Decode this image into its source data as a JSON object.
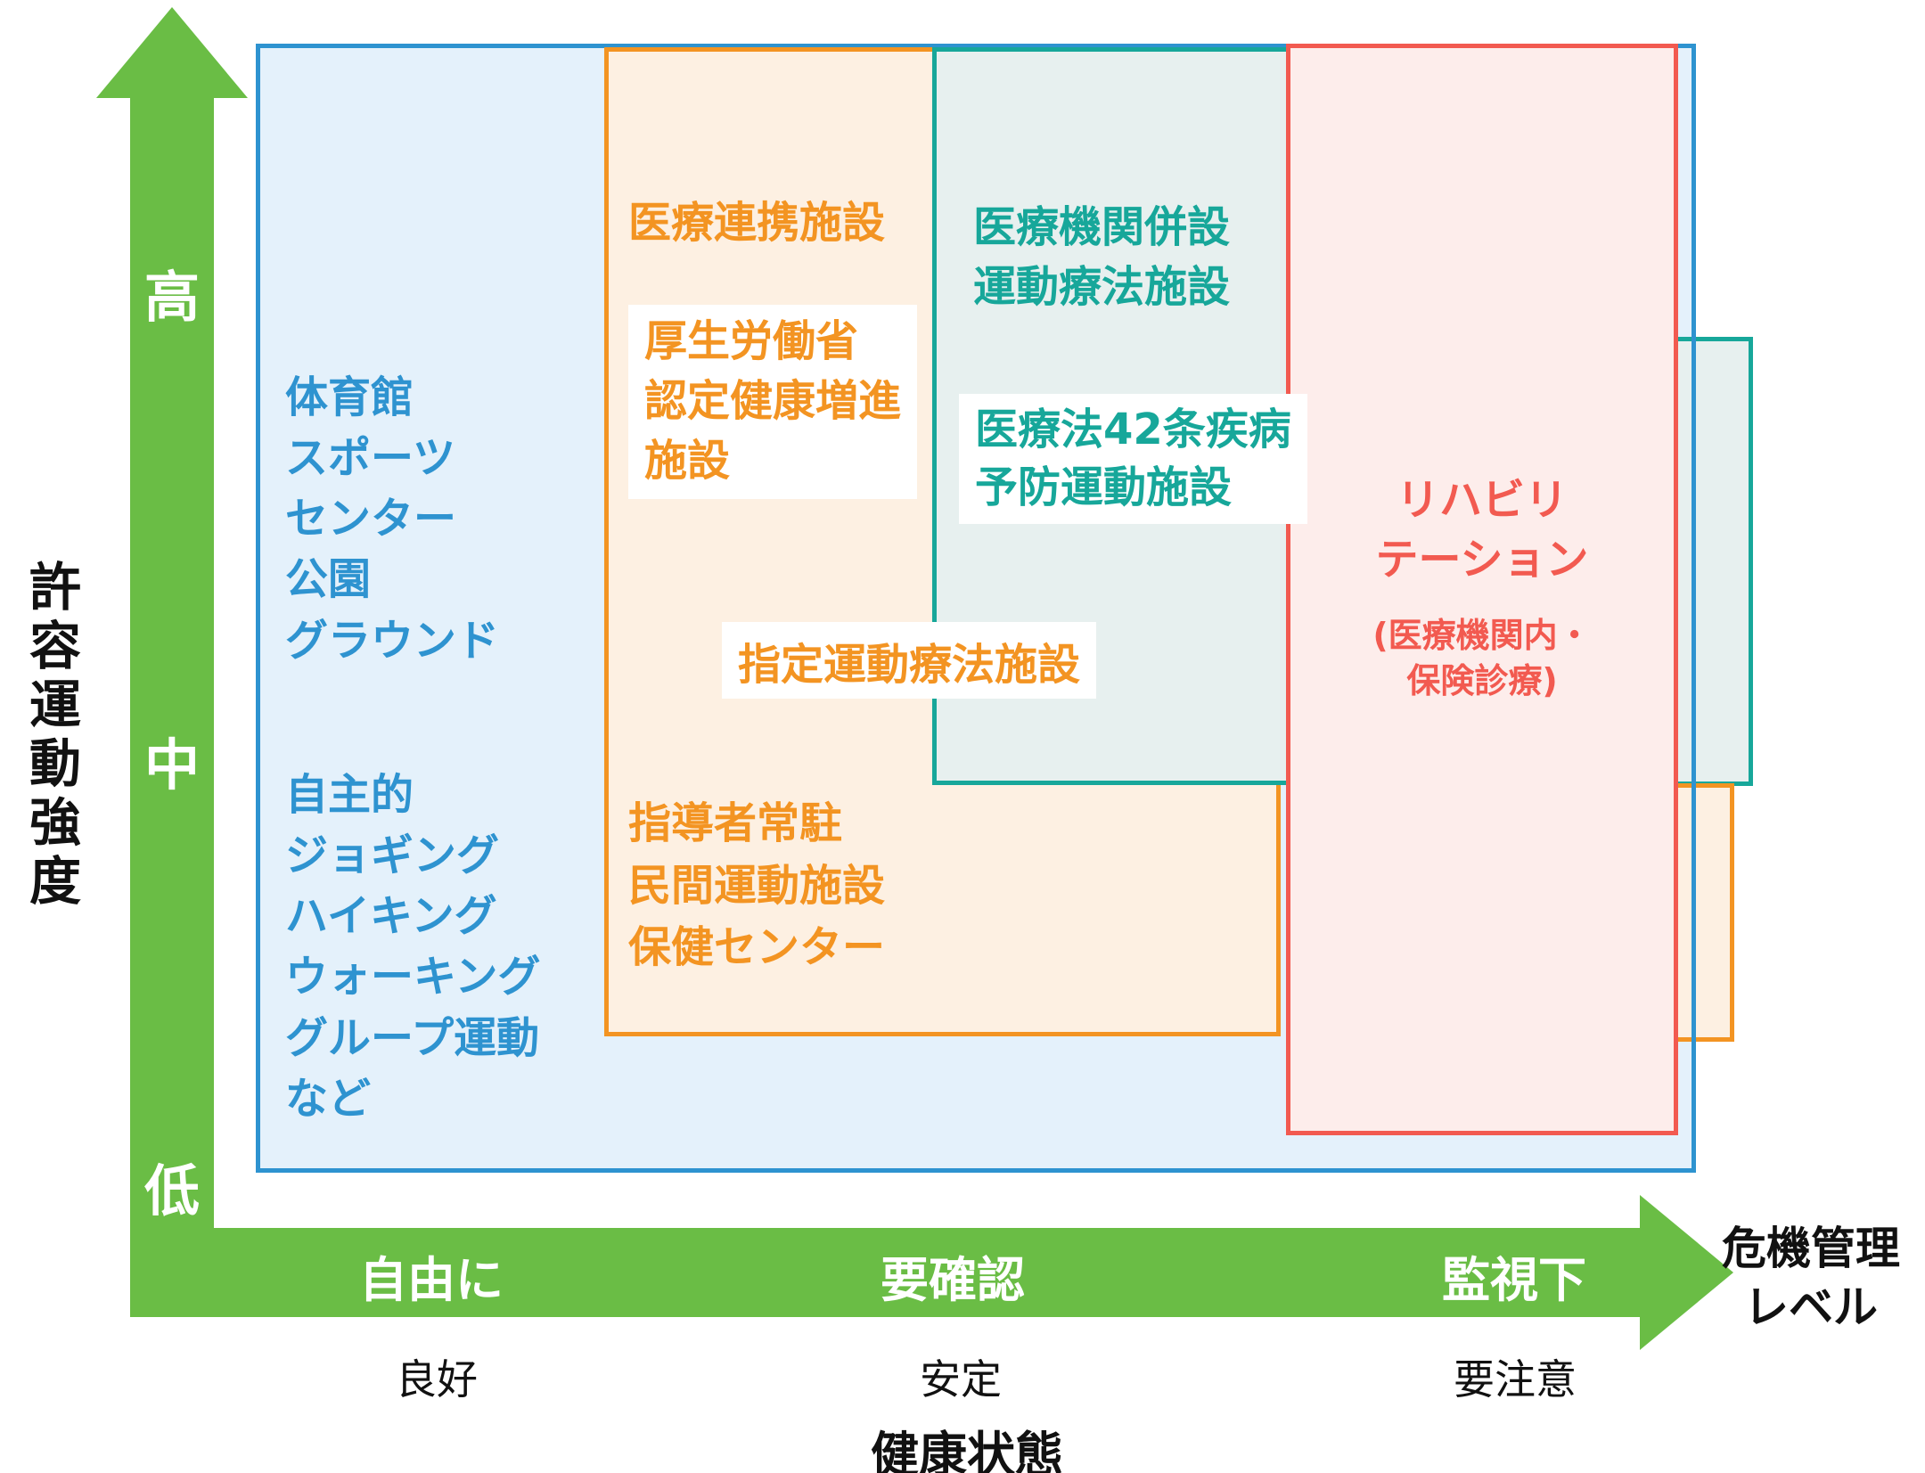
{
  "y_axis": {
    "title": "許容運動強度",
    "ticks": [
      "高",
      "中",
      "低"
    ]
  },
  "x_axis": {
    "title": "健康状態",
    "arrow_labels": [
      "自由に",
      "要確認",
      "監視下"
    ],
    "tick_labels": [
      "良好",
      "安定",
      "要注意"
    ],
    "right_label": "危機管理\nレベル"
  },
  "zones": {
    "public": {
      "facilities": "体育館\nスポーツ\nセンター\n公園\nグラウンド",
      "activities": "自主的\nジョギング\nハイキング\nウォーキング\nグループ運動\nなど"
    },
    "medical_cooperation": {
      "title": "医療連携施設",
      "certified": "厚生労働省\n認定健康増進\n施設",
      "designated": "指定運動療法施設",
      "staffed": "指導者常駐\n民間運動施設\n保健センター"
    },
    "medical_attached": {
      "title": "医療機関併設\n運動療法施設",
      "article42": "医療法42条疾病\n予防運動施設"
    },
    "rehabilitation": {
      "title": "リハビリ\nテーション",
      "note": "(医療機関内・\n保険診療)"
    }
  },
  "colors": {
    "green": "#6abd45",
    "blue": "#2e93d0",
    "blue_fill": "#e4f1fb",
    "orange": "#f39422",
    "orange_fill": "#fdf0e2",
    "teal": "#17a79a",
    "teal_fill": "#e7f0ef",
    "red": "#f25a50",
    "red_fill": "#fdedeb",
    "text_black": "#111111",
    "white": "#ffffff"
  }
}
